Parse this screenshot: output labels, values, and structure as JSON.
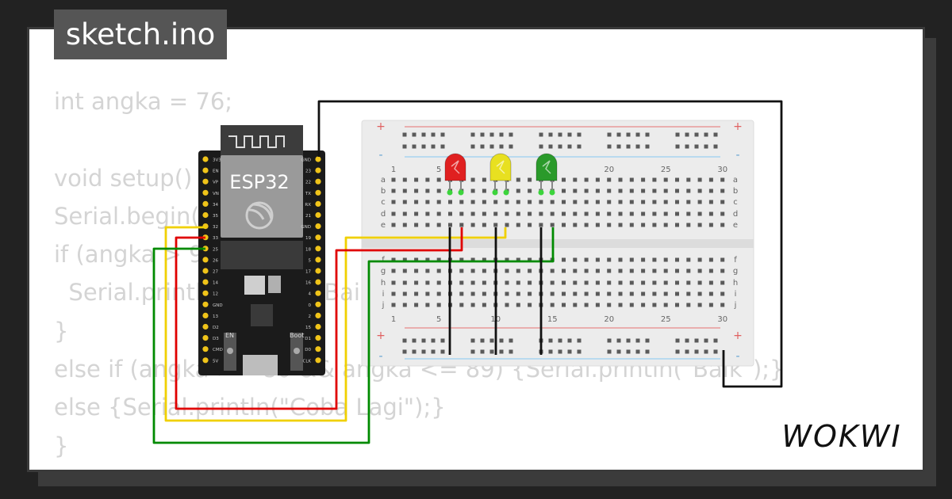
{
  "tab": {
    "filename": "sketch.ino"
  },
  "code_lines": [
    "int angka = 76;",
    "",
    "void setup() {",
    "Serial.begin(115200);",
    "if (angka > 90) {",
    "  Serial.println(\"Sangat Baik\");",
    "}",
    "else if (angka >= 80 && angka <= 89) {Serial.println(\"Baik\");}",
    "else {Serial.println(\"Coba Lagi\");}",
    "}"
  ],
  "board": {
    "name": "ESP32",
    "pins_left": [
      "3V3",
      "EN",
      "VP",
      "VN",
      "34",
      "35",
      "32",
      "33",
      "25",
      "26",
      "27",
      "14",
      "12",
      "GND",
      "13",
      "D2",
      "D3",
      "CMD",
      "5V"
    ],
    "pins_right": [
      "GND",
      "23",
      "22",
      "TX",
      "RX",
      "21",
      "GND",
      "19",
      "18",
      "5",
      "17",
      "16",
      "4",
      "0",
      "2",
      "15",
      "D1",
      "D0",
      "CLK"
    ],
    "button_en": "EN",
    "button_boot": "Boot"
  },
  "breadboard": {
    "col_numbers": [
      "1",
      "5",
      "10",
      "15",
      "20",
      "25",
      "30"
    ],
    "row_letters_top": [
      "a",
      "b",
      "c",
      "d",
      "e"
    ],
    "row_letters_bottom": [
      "f",
      "g",
      "h",
      "i",
      "j"
    ],
    "rail_plus": "+",
    "rail_minus": "-"
  },
  "leds": [
    {
      "color": "red",
      "hex": "#e02020"
    },
    {
      "color": "yellow",
      "hex": "#e8e020"
    },
    {
      "color": "green",
      "hex": "#2a9a2a"
    }
  ],
  "wires": [
    {
      "color": "yellow",
      "hex": "#f0d000"
    },
    {
      "color": "red",
      "hex": "#e00000"
    },
    {
      "color": "green",
      "hex": "#008a00"
    },
    {
      "color": "black",
      "hex": "#111111"
    }
  ],
  "brand": "WOKWI"
}
